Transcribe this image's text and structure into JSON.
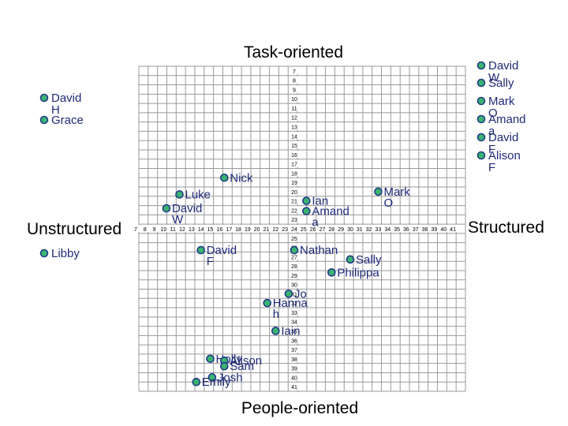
{
  "chart_data": {
    "type": "scatter",
    "title": "",
    "axis_labels": {
      "top": "Task-oriented",
      "bottom": "People-oriented",
      "left": "Unstructured",
      "right": "Structured"
    },
    "x_ticks": [
      7,
      8,
      9,
      10,
      11,
      12,
      13,
      14,
      15,
      16,
      17,
      18,
      19,
      20,
      21,
      22,
      23,
      24,
      25,
      26,
      27,
      28,
      29,
      30,
      31,
      32,
      33,
      34,
      35,
      36,
      37,
      38,
      39,
      40,
      41
    ],
    "y_ticks": [
      7,
      8,
      9,
      10,
      11,
      12,
      13,
      14,
      15,
      16,
      17,
      18,
      19,
      20,
      21,
      22,
      23,
      24,
      25,
      26,
      27,
      28,
      29,
      30,
      31,
      32,
      33,
      34,
      35,
      36,
      37,
      38,
      39,
      40,
      41
    ],
    "xlim": [
      7,
      41
    ],
    "ylim": [
      7,
      41
    ],
    "y_inverted": true,
    "grid": true,
    "points": [
      {
        "name": "Nick",
        "x": 16.5,
        "y": 18.5
      },
      {
        "name": "Luke",
        "x": 11.7,
        "y": 20.3
      },
      {
        "name": "David W",
        "x": 10.3,
        "y": 21.8
      },
      {
        "name": "Ian",
        "x": 25.3,
        "y": 21.0
      },
      {
        "name": "Amand a",
        "x": 25.3,
        "y": 22.1
      },
      {
        "name": "Mark O",
        "x": 33.0,
        "y": 20.0
      },
      {
        "name": "David F",
        "x": 14.0,
        "y": 26.3
      },
      {
        "name": "Nathan",
        "x": 24.0,
        "y": 26.3
      },
      {
        "name": "Sally",
        "x": 30.0,
        "y": 27.3
      },
      {
        "name": "Philippa",
        "x": 28.0,
        "y": 28.7
      },
      {
        "name": "Jo",
        "x": 23.4,
        "y": 31.0
      },
      {
        "name": "Hanna h",
        "x": 21.1,
        "y": 32.0
      },
      {
        "name": "Iain",
        "x": 22.0,
        "y": 35.0
      },
      {
        "name": "Holly",
        "x": 15.0,
        "y": 38.0
      },
      {
        "name": "Alison",
        "x": 16.5,
        "y": 38.2
      },
      {
        "name": "Sam",
        "x": 16.5,
        "y": 38.8
      },
      {
        "name": "Josh",
        "x": 15.2,
        "y": 40.0
      },
      {
        "name": "Emily",
        "x": 13.5,
        "y": 40.5
      }
    ],
    "outside_points": [
      {
        "name": "David H",
        "side": "left"
      },
      {
        "name": "Grace",
        "side": "left"
      },
      {
        "name": "Libby",
        "side": "left"
      },
      {
        "name": "David W",
        "side": "right"
      },
      {
        "name": "Sally",
        "side": "right"
      },
      {
        "name": "Mark O",
        "side": "right"
      },
      {
        "name": "Amand a",
        "side": "right"
      },
      {
        "name": "David F",
        "side": "right"
      },
      {
        "name": "Alison F",
        "side": "right"
      }
    ]
  }
}
